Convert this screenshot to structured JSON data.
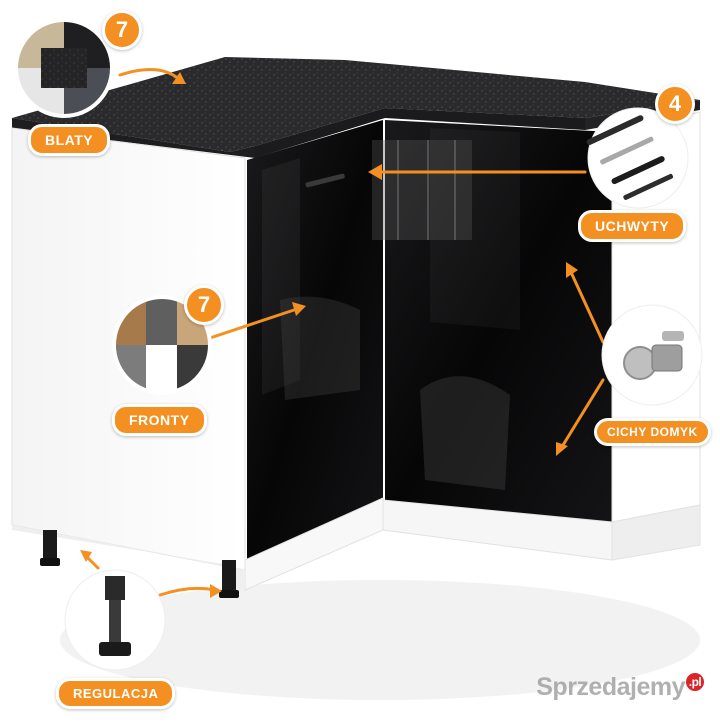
{
  "callouts": {
    "countertops": {
      "label": "BLATY",
      "count": "7"
    },
    "fronts": {
      "label": "FRONTY",
      "count": "7"
    },
    "handles": {
      "label": "UCHWYTY",
      "count": "4"
    },
    "hinge": {
      "label": "CICHY DOMYK"
    },
    "legs": {
      "label": "REGULACJA"
    }
  },
  "watermark": {
    "text": "Sprzedajemy",
    "suffix": ".pl"
  },
  "colors": {
    "accent": "#f39021",
    "countertop": "#2b2b2d",
    "front": "#0b0b0c",
    "body": "#ffffff"
  },
  "icons": {
    "countertop_swatches": "countertop-swatch-icon",
    "front_swatches": "front-swatch-icon",
    "handles": "handle-icon",
    "hinge": "hinge-icon",
    "legs": "adjustable-leg-icon"
  }
}
